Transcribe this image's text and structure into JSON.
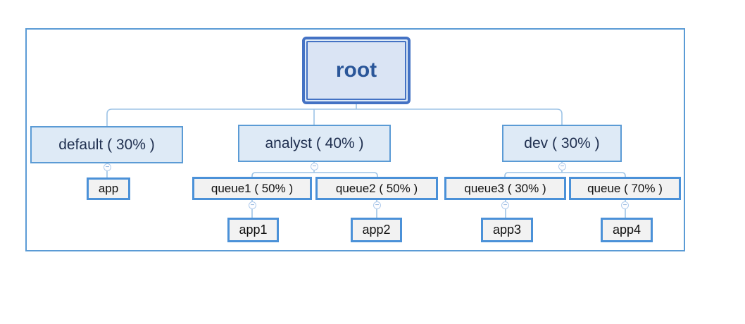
{
  "colors": {
    "frame_border": "#5B9BD5",
    "root_border": "#4472C4",
    "root_fill": "#DAE4F4",
    "root_text": "#2A5699",
    "level2_fill": "#DEEAF6",
    "level2_border": "#5B9BD5",
    "level2_text": "#203050",
    "leaf_fill": "#F2F2F2",
    "leaf_border": "#4B91D8",
    "leaf_text": "#111111",
    "connector": "#9DC3E6"
  },
  "collapse_symbol": "−",
  "tree": {
    "label": "root",
    "children": [
      {
        "label": "default ( 30% )",
        "children": [
          {
            "label": "app"
          }
        ]
      },
      {
        "label": "analyst ( 40% )",
        "children": [
          {
            "label": "queue1 ( 50% )",
            "children": [
              {
                "label": "app1"
              }
            ]
          },
          {
            "label": "queue2 ( 50% )",
            "children": [
              {
                "label": "app2"
              }
            ]
          }
        ]
      },
      {
        "label": "dev ( 30% )",
        "children": [
          {
            "label": "queue3 ( 30% )",
            "children": [
              {
                "label": "app3"
              }
            ]
          },
          {
            "label": "queue ( 70% )",
            "children": [
              {
                "label": "app4"
              }
            ]
          }
        ]
      }
    ]
  }
}
